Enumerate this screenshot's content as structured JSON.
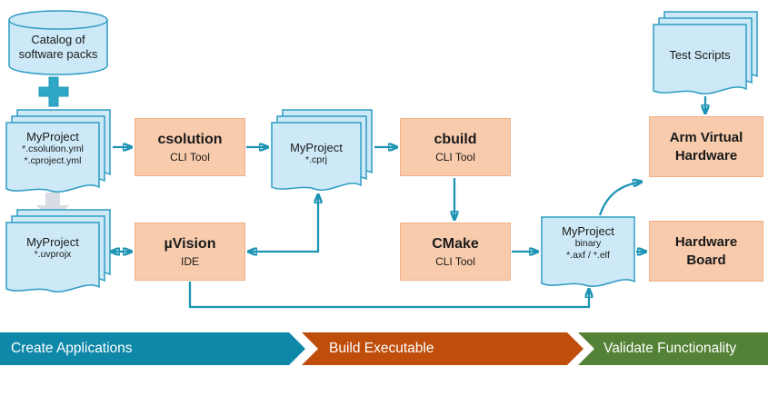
{
  "nodes": {
    "catalog": {
      "line1": "Catalog of",
      "line2": "software packs"
    },
    "myproject_yml": {
      "title": "MyProject",
      "sub1": "*.csolution.yml",
      "sub2": "*.cproject.yml"
    },
    "csolution": {
      "title": "csolution",
      "subtitle": "CLI Tool"
    },
    "myproject_cprj": {
      "title": "MyProject",
      "sub1": "*.cprj"
    },
    "cbuild": {
      "title": "cbuild",
      "subtitle": "CLI Tool"
    },
    "test_scripts": {
      "title": "Test Scripts"
    },
    "arm_virtual_hardware": {
      "line1": "Arm Virtual",
      "line2": "Hardware"
    },
    "cmake": {
      "title": "CMake",
      "subtitle": "CLI Tool"
    },
    "myproject_binary": {
      "title": "MyProject",
      "sub1": "binary",
      "sub2": "*.axf / *.elf"
    },
    "hardware_board": {
      "line1": "Hardware",
      "line2": "Board"
    },
    "myproject_uvprojx": {
      "title": "MyProject",
      "sub1": "*.uvprojx"
    },
    "uvision": {
      "title": "µVision",
      "subtitle": "IDE"
    }
  },
  "banners": [
    {
      "label": "Create Applications",
      "color": "#0E87A8"
    },
    {
      "label": "Build Executable",
      "color": "#BF4D0B"
    },
    {
      "label": "Validate Functionality",
      "color": "#538135"
    }
  ],
  "colors": {
    "doc_fill": "#CDE9F7",
    "doc_stroke": "#2E9CC3",
    "box_fill": "#F8CBAD",
    "box_border": "#F0B086",
    "arrow": "#1E94B4",
    "gray_arrow": "#D8DDE3",
    "plus": "#2FA8C8"
  }
}
